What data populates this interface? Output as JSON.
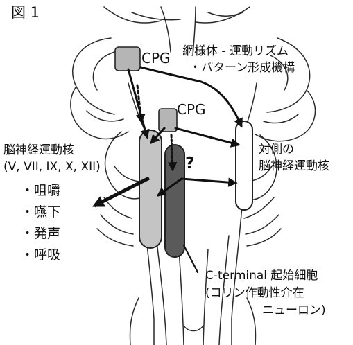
{
  "figure": {
    "figure_label": "図 1",
    "cpg_upper": "CPG",
    "cpg_lower": "CPG",
    "reticular_line1": "網様体 - 運動リズム",
    "reticular_line2": "・パターン形成機構",
    "motor_nuclei_line1": "脳神経運動核",
    "motor_nuclei_line2": "(V, VII, IX, X, XII)",
    "contralateral_line1": "対側の",
    "contralateral_line2": "脳神経運動核",
    "question_mark": "?",
    "functions": [
      "・咀嚼",
      "・嚥下",
      "・発声",
      "・呼吸"
    ],
    "cterminal_line1": "C-terminal 起始細胞",
    "cterminal_line2": "(コリン作動性介在",
    "cterminal_line3": "ニューロン)"
  },
  "colors": {
    "outline": "#222222",
    "cpg_box": "#b5b5b5",
    "motor_column": "#c4c4c4",
    "cterminal_column": "#5a5a5a",
    "arrow": "#111111"
  }
}
